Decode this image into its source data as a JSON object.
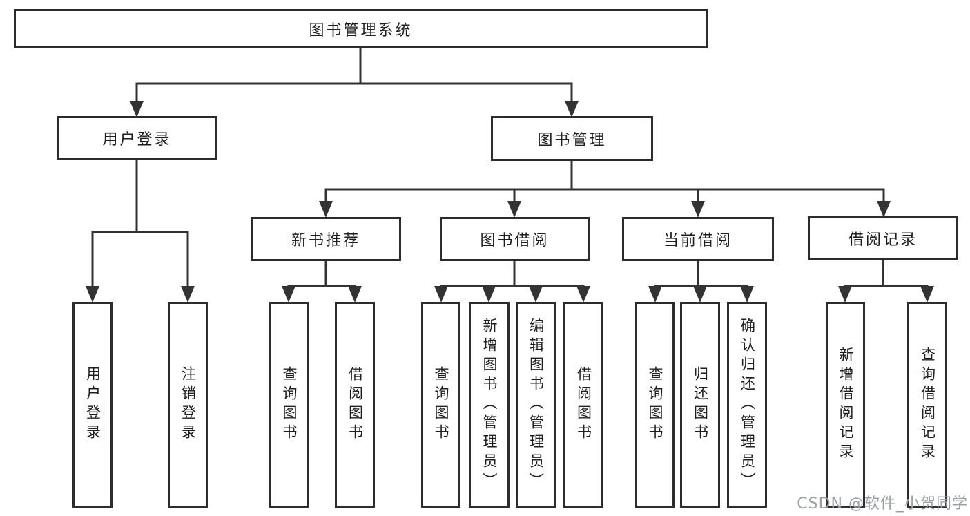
{
  "tree": {
    "label": "图书管理系统",
    "children": [
      {
        "label": "用户登录",
        "children": [
          {
            "label": "用户登录"
          },
          {
            "label": "注销登录"
          }
        ]
      },
      {
        "label": "图书管理",
        "children": [
          {
            "label": "新书推荐",
            "children": [
              {
                "label": "查询图书"
              },
              {
                "label": "借阅图书"
              }
            ]
          },
          {
            "label": "图书借阅",
            "children": [
              {
                "label": "查询图书"
              },
              {
                "label": "新增图书（管理员）"
              },
              {
                "label": "编辑图书（管理员）"
              },
              {
                "label": "借阅图书"
              }
            ]
          },
          {
            "label": "当前借阅",
            "children": [
              {
                "label": "查询图书"
              },
              {
                "label": "归还图书"
              },
              {
                "label": "确认归还（管理员）"
              }
            ]
          },
          {
            "label": "借阅记录",
            "children": [
              {
                "label": "新增借阅记录"
              },
              {
                "label": "查询借阅记录"
              }
            ]
          }
        ]
      }
    ]
  },
  "watermark": {
    "text": "CSDN @软件_小贺同学"
  },
  "colors": {
    "line": "#333333",
    "box_border": "#2d2d2d",
    "text": "#1f1f1f",
    "watermark_text": "#9aa0a4",
    "background": "#ffffff"
  }
}
